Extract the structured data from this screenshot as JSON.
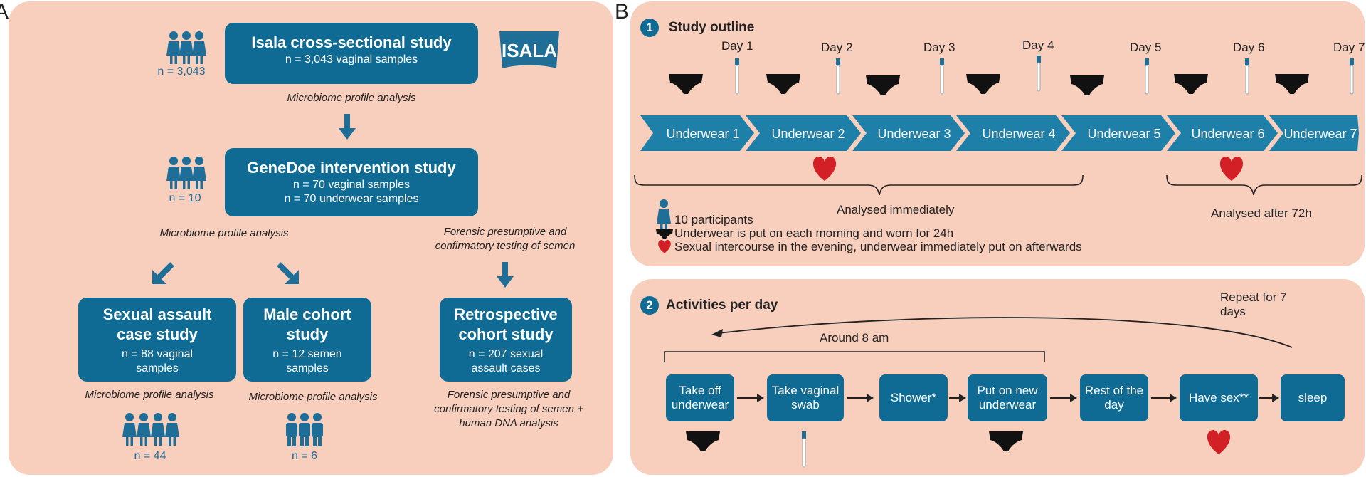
{
  "panel_a": {
    "label": "A",
    "isala_logo_text": "ISALA",
    "isala": {
      "title": "Isala cross-sectional study",
      "line1": "n = 3,043 vaginal samples",
      "n": "n = 3,043",
      "note": "Microbiome profile analysis"
    },
    "genedoe": {
      "title": "GeneDoe intervention study",
      "line1": "n = 70 vaginal samples",
      "line2": "n = 70 underwear samples",
      "n": "n = 10"
    },
    "note_left": "Microbiome profile analysis",
    "note_right": "Forensic presumptive and confirmatory testing of semen",
    "sexual_assault": {
      "title": "Sexual assault case study",
      "line1": "n = 88 vaginal samples",
      "note": "Microbiome profile analysis",
      "n": "n = 44"
    },
    "male": {
      "title": "Male cohort study",
      "line1": "n = 12 semen samples",
      "note": "Microbiome profile analysis",
      "n": "n = 6"
    },
    "retro": {
      "title": "Retrospective cohort study",
      "line1": "n = 207 sexual assault cases",
      "note": "Forensic presumptive and confirmatory testing of semen + human DNA analysis"
    }
  },
  "panel_b": {
    "label": "B",
    "outline": {
      "number": "1",
      "title": "Study outline",
      "days": [
        "Day 1",
        "Day 2",
        "Day 3",
        "Day 4",
        "Day 5",
        "Day 6",
        "Day 7"
      ],
      "steps": [
        "Underwear 1",
        "Underwear 2",
        "Underwear 3",
        "Underwear 4",
        "Underwear 5",
        "Underwear 6",
        "Underwear 7"
      ],
      "analysed_immediately": "Analysed immediately",
      "analysed_after": "Analysed after 72h",
      "legend": [
        "10 participants",
        "Underwear is put on each morning and worn for 24h",
        "Sexual intercourse in the evening, underwear immediately put on afterwards"
      ]
    },
    "activities": {
      "number": "2",
      "title": "Activities per day",
      "repeat": "Repeat for 7 days",
      "around": "Around 8 am",
      "steps": [
        "Take off underwear",
        "Take vaginal swab",
        "Shower*",
        "Put on new underwear",
        "Rest of the day",
        "Have sex**",
        "sleep"
      ]
    }
  },
  "colors": {
    "panel_bg": "#f8cfbd",
    "box_blue": "#0f6b93",
    "heart_red": "#d32027",
    "label_blue": "#1e6e98"
  }
}
